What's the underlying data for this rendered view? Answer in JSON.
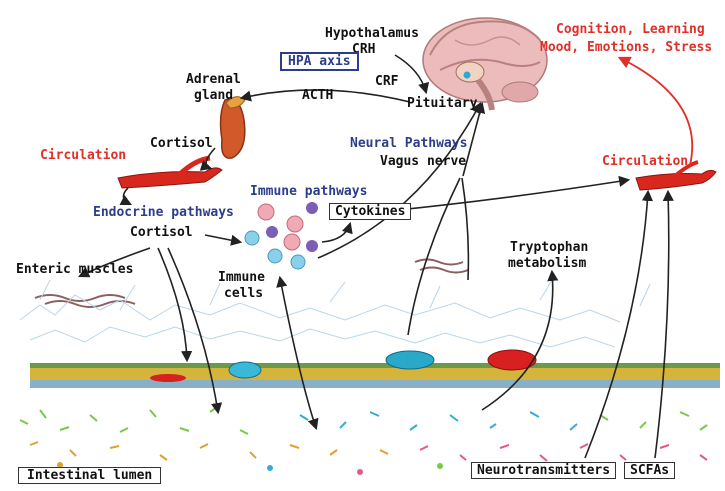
{
  "labels": {
    "hypothalamus": "Hypothalamus",
    "crh": "CRH",
    "hpa_axis": "HPA axis",
    "crf": "CRF",
    "acth": "ACTH",
    "pituitary": "Pituitary",
    "adrenal_gland_line1": "Adrenal",
    "adrenal_gland_line2": "gland",
    "cortisol_top": "Cortisol",
    "circulation_left": "Circulation",
    "neural_pathways": "Neural Pathways",
    "vagus_nerve": "Vagus nerve",
    "immune_pathways": "Immune pathways",
    "cytokines": "Cytokines",
    "endocrine_pathways": "Endocrine pathways",
    "cortisol_mid": "Cortisol",
    "enteric_muscles": "Enteric muscles",
    "immune_cells_line1": "Immune",
    "immune_cells_line2": "cells",
    "tryptophan_line1": "Tryptophan",
    "tryptophan_line2": "metabolism",
    "circulation_right": "Circulation",
    "cognition_line1": "Cognition, Learning",
    "cognition_line2": "Mood, Emotions, Stress",
    "intestinal_lumen": "Intestinal lumen",
    "neurotransmitters": "Neurotransmitters",
    "scfas": "SCFAs"
  },
  "colors": {
    "red_label": "#e0302a",
    "navy_label": "#2c3d8a",
    "arrow": "#222222",
    "vessel": "#d8281e",
    "brain": "#e9b4b4",
    "adrenal": "#d25a2a"
  }
}
